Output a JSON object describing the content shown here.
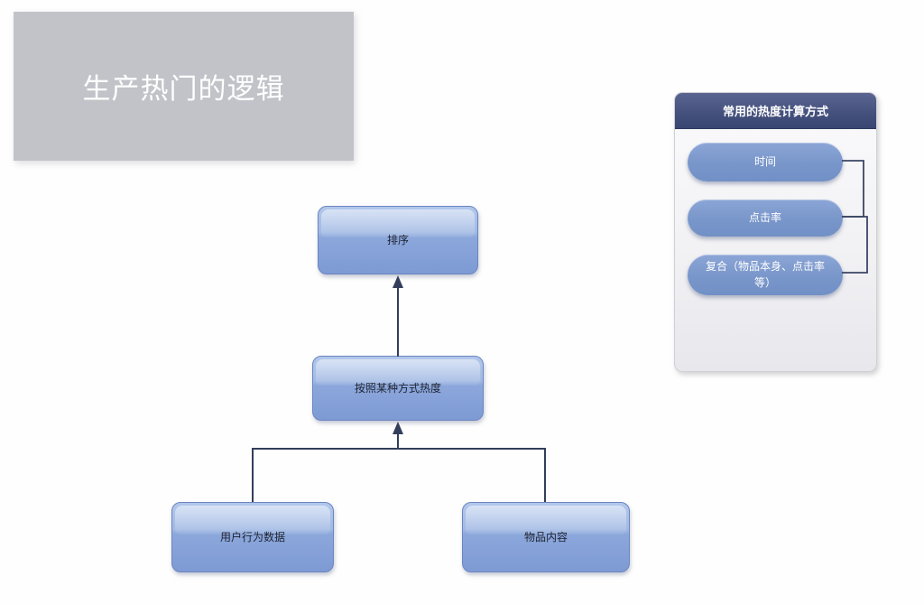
{
  "slide": {
    "title": "生产热门的逻辑"
  },
  "flowchart": {
    "nodes": {
      "sort": "排序",
      "method": "按照某种方式热度",
      "user_behavior": "用户行为数据",
      "item_content": "物品内容"
    }
  },
  "panel": {
    "title": "常用的热度计算方式",
    "items": [
      {
        "label": "时间"
      },
      {
        "label": "点击率"
      },
      {
        "label": "复合（物品本身、点击率等）"
      }
    ]
  },
  "colors": {
    "title_card_gray": "#c1c3c8",
    "node_blue_top": "#b2c7eb",
    "node_blue_bottom": "#7e9ad4",
    "node_border": "#6b86c0",
    "pill_blue": "#7996ca",
    "panel_header_navy": "#46527e",
    "connector_navy": "#333e5c"
  }
}
